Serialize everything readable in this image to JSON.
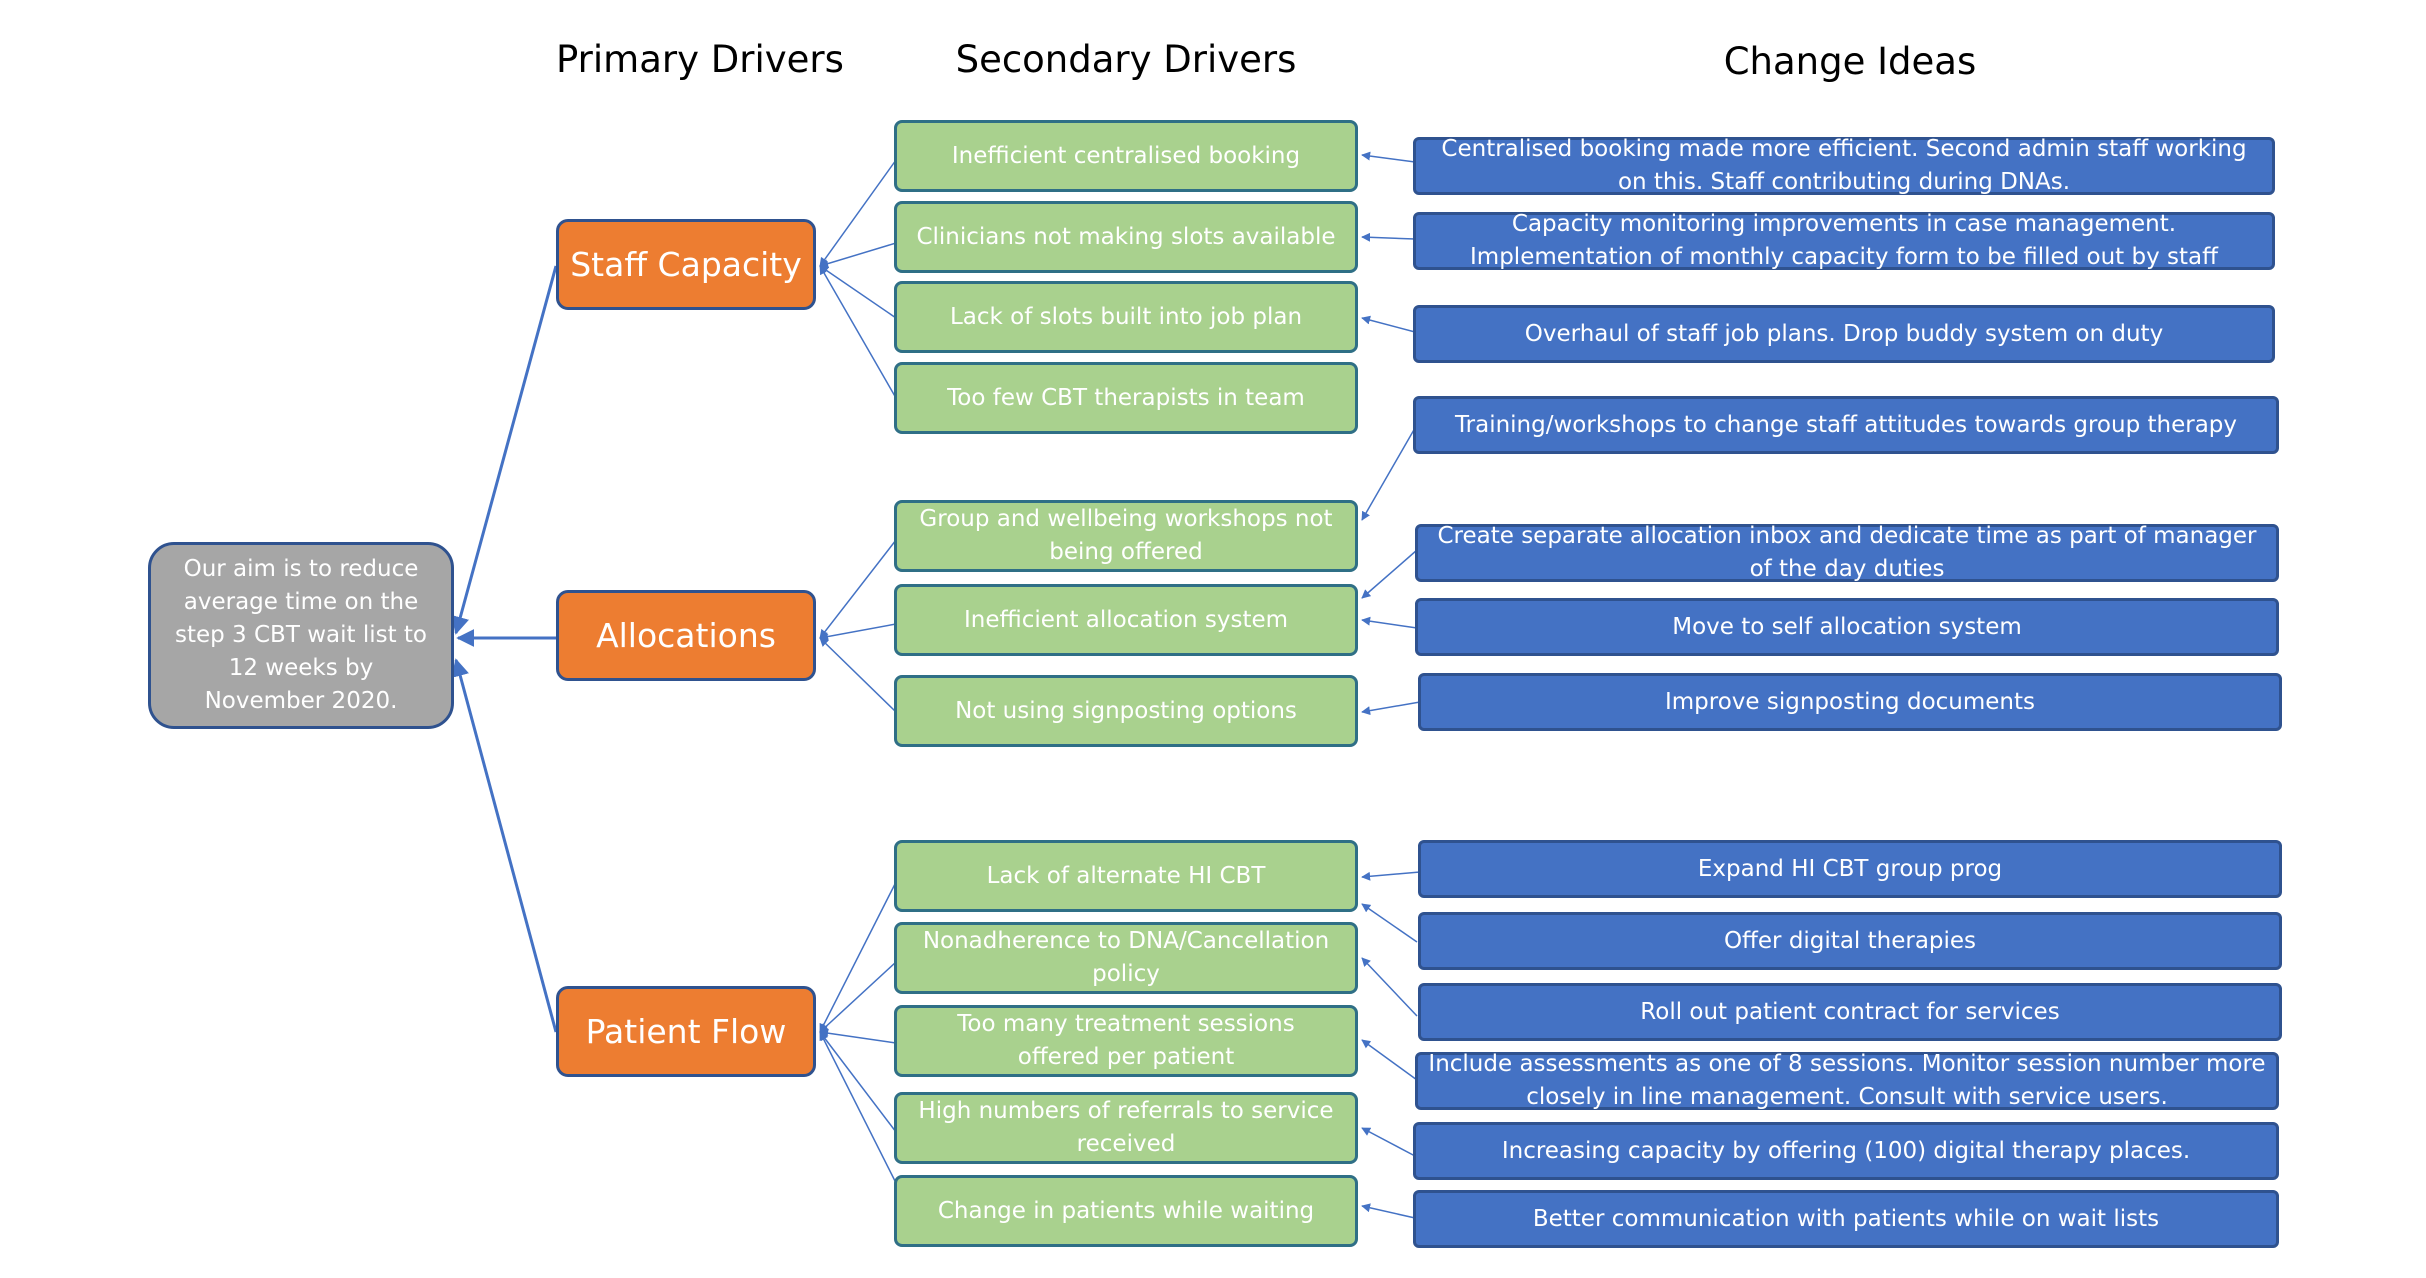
{
  "headers": {
    "primary": "Primary Drivers",
    "secondary": "Secondary  Drivers",
    "change": "Change Ideas"
  },
  "aim": "Our aim is to reduce average time on the step 3 CBT wait list to 12 weeks by November 2020.",
  "primary": [
    "Staff Capacity",
    "Allocations",
    "Patient Flow"
  ],
  "secondary": [
    "Inefficient centralised booking",
    "Clinicians not making slots available",
    "Lack of slots built into job plan",
    "Too few CBT therapists in team",
    "Group and wellbeing workshops not being offered",
    "Inefficient allocation system",
    "Not using signposting options",
    "Lack of alternate HI CBT",
    "Nonadherence to DNA/Cancellation policy",
    "Too many treatment sessions offered per patient",
    "High numbers of referrals to service received",
    "Change in patients while waiting"
  ],
  "ideas": [
    "Centralised booking made more efficient. Second admin staff working on this. Staff contributing during DNAs.",
    "Capacity monitoring improvements in case management. Implementation of monthly capacity form to be filled out by staff",
    "Overhaul of staff job plans. Drop buddy system on duty",
    "Training/workshops to change staff attitudes towards group therapy",
    "Create separate allocation inbox and dedicate time as part of manager of the day duties",
    "Move to self allocation system",
    "Improve signposting documents",
    "Expand HI CBT group prog",
    "Offer digital therapies",
    "Roll out patient contract for services",
    "Include assessments as one of 8 sessions. Monitor session number more closely in line management. Consult with service users.",
    "Increasing capacity by offering  (100) digital therapy places.",
    "Better communication with patients while on wait lists"
  ],
  "colors": {
    "aim_fill": "#a6a6a6",
    "primary_fill": "#ed7d31",
    "secondary_fill": "#a9d18e",
    "idea_fill": "#4472c4",
    "connector": "#4472c4"
  }
}
